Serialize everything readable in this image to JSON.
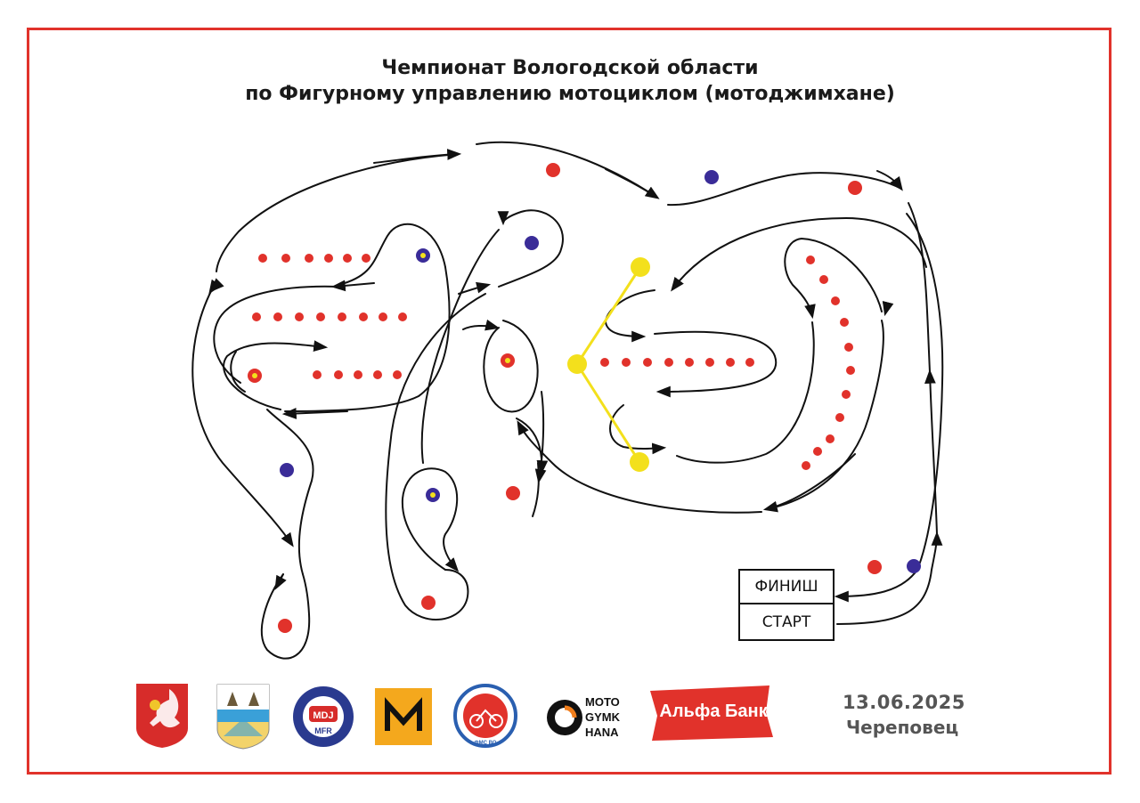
{
  "title": {
    "line1": "Чемпионат Вологодской области",
    "line2": "по Фигурному управлению мотоциклом (мотоджимхане)"
  },
  "finish_label": "ФИНИШ",
  "start_label": "СТАРТ",
  "event": {
    "date": "13.06.2025",
    "city": "Череповец"
  },
  "sponsors": {
    "mdj": "MDJ",
    "mfr": "MFR",
    "fms": "ФМС ВО",
    "gymkhana": [
      "MOTO",
      "GYMK",
      "HANA"
    ],
    "bank": "Альфа Банк"
  },
  "colors": {
    "frame": "#e1322b",
    "red_cone": "#e1322b",
    "blue_cone": "#3a2c98",
    "gate": "#f3e01c",
    "track": "#111111"
  }
}
